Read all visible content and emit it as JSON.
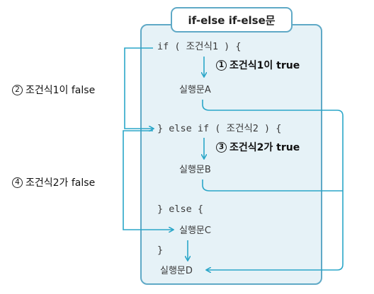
{
  "title": "if-else if-else문",
  "code": {
    "if_line": "if ( 조건식1 ) {",
    "else_if_line": "} else if ( 조건식2 ) {",
    "else_line": "} else {",
    "close_brace": "}"
  },
  "blocks": {
    "a": "실행문A",
    "b": "실행문B",
    "c": "실행문C",
    "d": "실행문D"
  },
  "annotations": {
    "cond1_true": {
      "num": "1",
      "text": "조건식1이 true"
    },
    "cond1_false": {
      "num": "2",
      "text": "조건식1이 false"
    },
    "cond2_true": {
      "num": "3",
      "text": "조건식2가 true"
    },
    "cond2_false": {
      "num": "4",
      "text": "조건식2가 false"
    }
  },
  "colors": {
    "panel_bg": "#e6f2f7",
    "panel_border": "#5fa9c6",
    "arrow": "#2aa6c8"
  }
}
